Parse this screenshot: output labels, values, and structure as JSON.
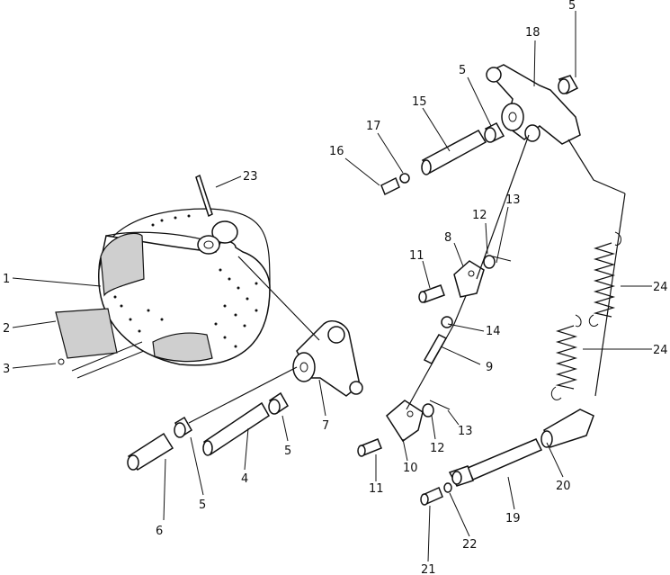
{
  "diagram": {
    "callouts": [
      {
        "id": "c1",
        "text": "1"
      },
      {
        "id": "c2",
        "text": "2"
      },
      {
        "id": "c3",
        "text": "3"
      },
      {
        "id": "c4",
        "text": "4"
      },
      {
        "id": "c5a",
        "text": "5"
      },
      {
        "id": "c5b",
        "text": "5"
      },
      {
        "id": "c5c",
        "text": "5"
      },
      {
        "id": "c5d",
        "text": "5"
      },
      {
        "id": "c6",
        "text": "6"
      },
      {
        "id": "c7",
        "text": "7"
      },
      {
        "id": "c8",
        "text": "8"
      },
      {
        "id": "c9",
        "text": "9"
      },
      {
        "id": "c10",
        "text": "10"
      },
      {
        "id": "c11a",
        "text": "11"
      },
      {
        "id": "c11b",
        "text": "11"
      },
      {
        "id": "c12a",
        "text": "12"
      },
      {
        "id": "c12b",
        "text": "12"
      },
      {
        "id": "c13a",
        "text": "13"
      },
      {
        "id": "c13b",
        "text": "13"
      },
      {
        "id": "c14",
        "text": "14"
      },
      {
        "id": "c15",
        "text": "15"
      },
      {
        "id": "c16",
        "text": "16"
      },
      {
        "id": "c17",
        "text": "17"
      },
      {
        "id": "c18",
        "text": "18"
      },
      {
        "id": "c19",
        "text": "19"
      },
      {
        "id": "c20",
        "text": "20"
      },
      {
        "id": "c21",
        "text": "21"
      },
      {
        "id": "c22",
        "text": "22"
      },
      {
        "id": "c23",
        "text": "23"
      },
      {
        "id": "c24a",
        "text": "24"
      },
      {
        "id": "c24b",
        "text": "24"
      }
    ]
  }
}
